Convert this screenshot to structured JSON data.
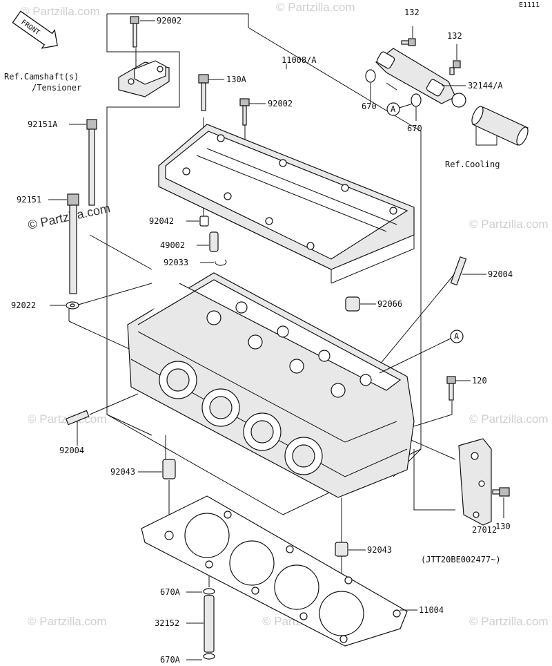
{
  "diagram_code": "E1111",
  "front_label": "FRONT",
  "watermark_main": "© Partzilla.com",
  "watermark_faint": "© Partzilla.com",
  "labels": {
    "p92002_top": "92002",
    "p11008A": "11008/A",
    "ref_camshaft_line1": "Ref.Camshaft(s)",
    "ref_camshaft_line2": "/Tensioner",
    "p130A": "130A",
    "p92002_mid": "92002",
    "p92151A": "92151A",
    "p92151": "92151",
    "p92042": "92042",
    "p49002": "49002",
    "p92033": "92033",
    "p92022": "92022",
    "p92004_right": "92004",
    "p92066": "92066",
    "callout_A": "A",
    "p120": "120",
    "p92004_left": "92004",
    "p92043_left": "92043",
    "p27012": "27012",
    "p130": "130",
    "serial_note": "(JTT20BE002477~)",
    "p92043_right": "92043",
    "p670A_top": "670A",
    "p11004": "11004",
    "p32152": "32152",
    "p670A_bottom": "670A",
    "p132_a": "132",
    "p132_b": "132",
    "p32144A": "32144/A",
    "p670_a": "670",
    "p670_b": "670",
    "ref_cooling": "Ref.Cooling"
  }
}
